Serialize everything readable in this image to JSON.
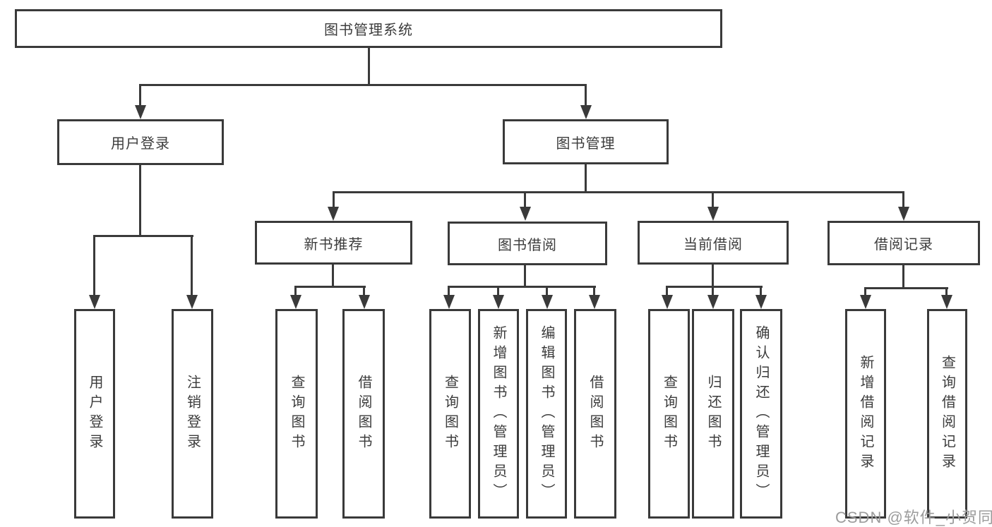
{
  "diagram": {
    "root": "图书管理系统",
    "branches": [
      {
        "label": "用户登录",
        "children": [
          "用户登录",
          "注销登录"
        ]
      },
      {
        "label": "图书管理",
        "children": [
          {
            "label": "新书推荐",
            "children": [
              "查询图书",
              "借阅图书"
            ]
          },
          {
            "label": "图书借阅",
            "children": [
              "查询图书",
              "新增图书（管理员）",
              "编辑图书（管理员）",
              "借阅图书"
            ]
          },
          {
            "label": "当前借阅",
            "children": [
              "查询图书",
              "归还图书",
              "确认归还（管理员）"
            ]
          },
          {
            "label": "借阅记录",
            "children": [
              "新增借阅记录",
              "查询借阅记录"
            ]
          }
        ]
      }
    ],
    "watermark": "CSDN @软件_小贺同学",
    "colors": {
      "line": "#3a3a3a",
      "text": "#3c3c3c",
      "watermark": "#9c9c9c",
      "background": "#ffffff"
    }
  }
}
